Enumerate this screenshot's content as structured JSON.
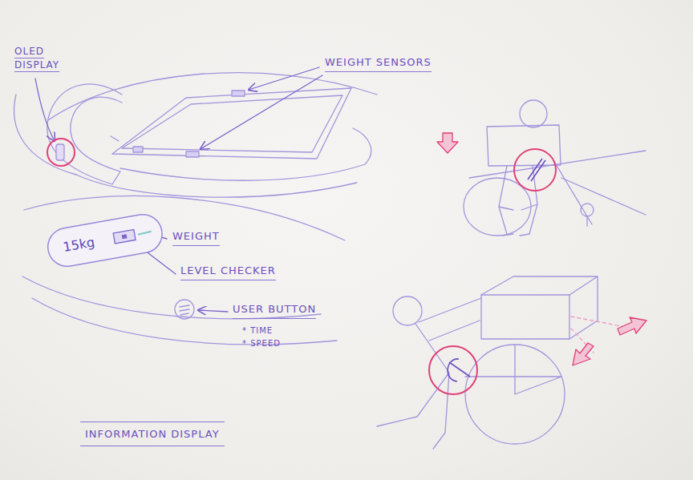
{
  "diagram": {
    "caption": "INFORMATION DISPLAY",
    "nodes": [
      {
        "text": [
          "15kg"
        ]
      }
    ],
    "labels": [
      "OLED DISPLAY",
      "WEIGHT SENSORS",
      "WEIGHT",
      "LEVEL CHECKER",
      "USER BUTTON",
      "* TIME",
      "* SPEED"
    ]
  }
}
